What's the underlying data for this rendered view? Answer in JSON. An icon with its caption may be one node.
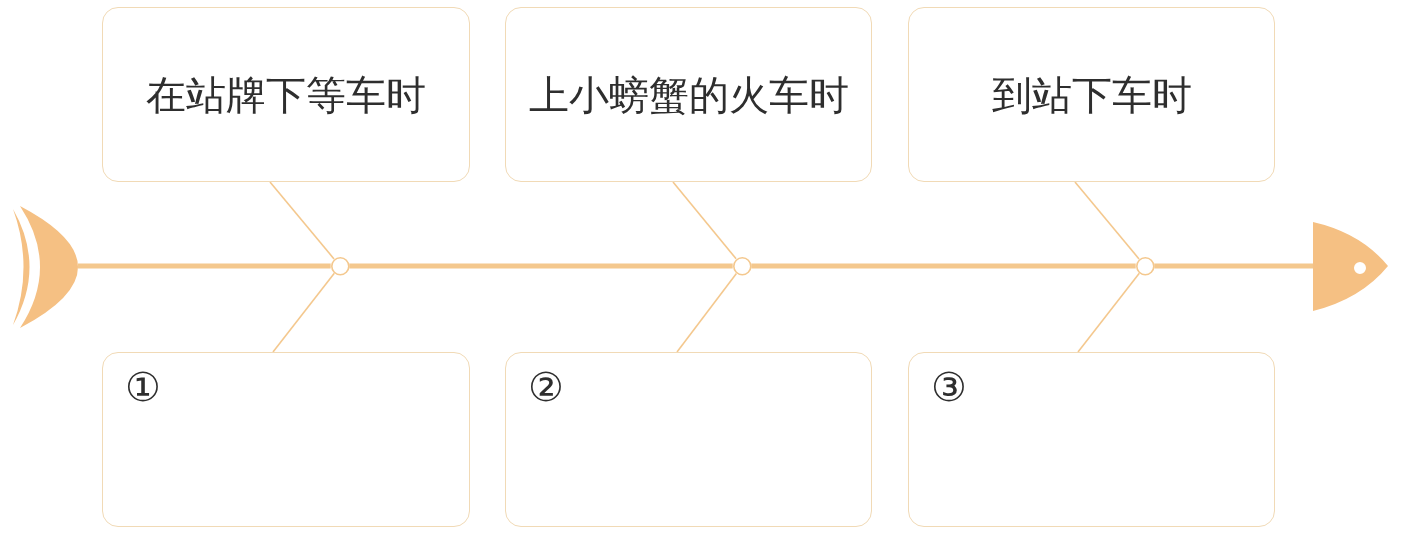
{
  "diagram": {
    "nodes": [
      {
        "text": [
          "在站牌下等车时"
        ]
      },
      {
        "text": [
          "上小螃蟹的火车时"
        ]
      },
      {
        "text": [
          "到站下车时"
        ]
      },
      {
        "text": [],
        "shape": "crescent"
      },
      {
        "text": [],
        "shape": "circle"
      },
      {
        "text": [],
        "shape": "circle"
      },
      {
        "text": [],
        "shape": "circle"
      },
      {
        "text": [],
        "shape": "triangle"
      },
      {
        "text": [
          "①"
        ]
      },
      {
        "text": [
          "②"
        ]
      },
      {
        "text": [
          "③"
        ]
      }
    ],
    "edges": [
      {
        "from": 3,
        "to": 4,
        "arrow": "none",
        "style": "thick"
      },
      {
        "from": 4,
        "to": 5,
        "arrow": "none",
        "style": "thick"
      },
      {
        "from": 5,
        "to": 6,
        "arrow": "none",
        "style": "thick"
      },
      {
        "from": 6,
        "to": 7,
        "arrow": "none",
        "style": "thick"
      },
      {
        "from": 0,
        "to": 4,
        "arrow": "none"
      },
      {
        "from": 8,
        "to": 4,
        "arrow": "none"
      },
      {
        "from": 1,
        "to": 5,
        "arrow": "none"
      },
      {
        "from": 9,
        "to": 5,
        "arrow": "none"
      },
      {
        "from": 2,
        "to": 6,
        "arrow": "none"
      },
      {
        "from": 10,
        "to": 6,
        "arrow": "none"
      }
    ]
  }
}
